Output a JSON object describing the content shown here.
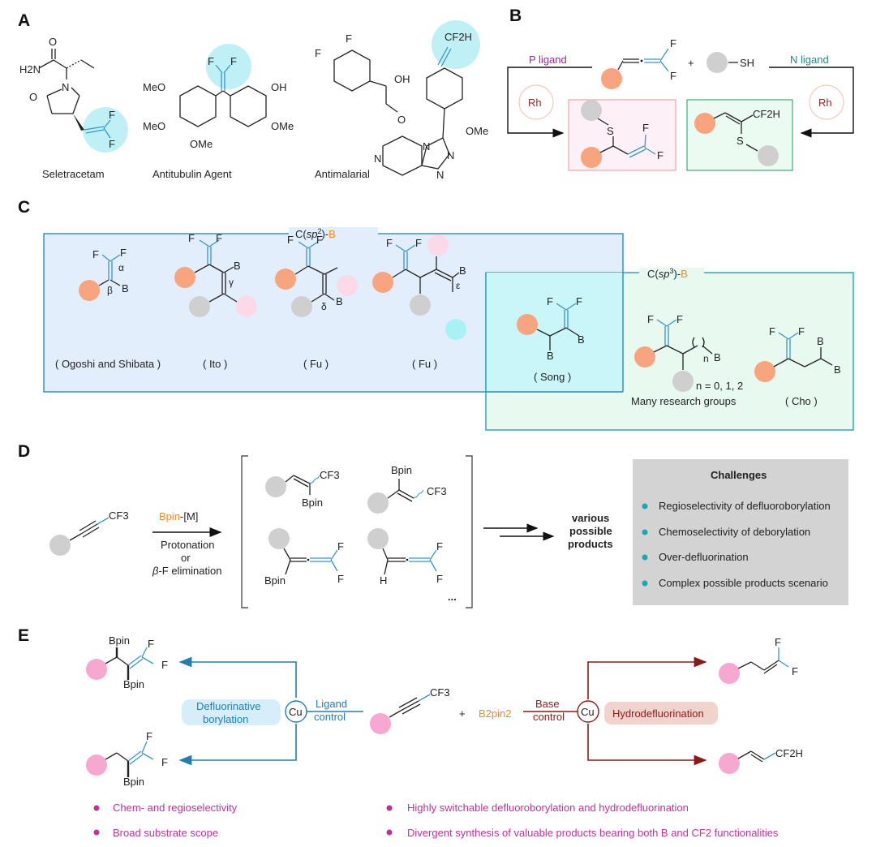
{
  "panels": {
    "A": {
      "label": "A",
      "compounds": [
        {
          "name": "Seletracetam",
          "groups": [
            "O",
            "H2N",
            "N",
            "O",
            "F",
            "F"
          ]
        },
        {
          "name": "Antitubulin Agent",
          "groups": [
            "F",
            "F",
            "MeO",
            "MeO",
            "OMe",
            "OH",
            "OMe"
          ]
        },
        {
          "name": "Antimalarial",
          "groups": [
            "F",
            "F",
            "OH",
            "O",
            "N",
            "N",
            "N",
            "N",
            "OMe",
            "CF2H"
          ]
        }
      ]
    },
    "B": {
      "label": "B",
      "left_condition": "P ligand",
      "right_condition": "N ligand",
      "catalyst": "Rh",
      "plus": "+",
      "reagent": "SH",
      "atoms": {
        "F": "F",
        "S": "S",
        "CF2H": "CF2H"
      }
    },
    "C": {
      "label": "C",
      "sp2_box_title_pre": "C(",
      "sp2_box_title_it": "sp",
      "sp2_box_title_sup": "2",
      "sp2_box_title_post": ")-",
      "sp2_box_title_B": "B",
      "sp3_box_title_pre": "C(",
      "sp3_box_title_it": "sp",
      "sp3_box_title_sup": "3",
      "sp3_box_title_post": ")-",
      "sp3_box_title_B": "B",
      "entries": [
        {
          "author": "( Ogoshi and Shibata )",
          "greek": [
            "α",
            "β"
          ]
        },
        {
          "author": "( Ito )",
          "greek": [
            "γ"
          ]
        },
        {
          "author": "( Fu )",
          "greek": [
            "δ"
          ]
        },
        {
          "author": "( Fu )",
          "greek": [
            "ε"
          ]
        },
        {
          "author": "( Song )",
          "greek": []
        },
        {
          "author": "Many research groups",
          "note": "n = 0, 1, 2",
          "n": "n"
        },
        {
          "author": "( Cho )",
          "greek": []
        }
      ],
      "atoms": {
        "F": "F",
        "B": "B"
      }
    },
    "D": {
      "label": "D",
      "substrate_group": "CF3",
      "reagent_pre": "Bpin",
      "reagent_post": "-[M]",
      "condition_1": "Protonation",
      "condition_2": "or",
      "condition_3_it": "β",
      "condition_3": "-F elimination",
      "intermediates": [
        "CF3",
        "Bpin",
        "Bpin",
        "CF3",
        "F",
        "F",
        "Bpin",
        "F",
        "F",
        "H"
      ],
      "ellipsis": "...",
      "outcome": [
        "various",
        "possible",
        "products"
      ],
      "challenges": {
        "title": "Challenges",
        "items": [
          "Regioselectivity of defluoroborylation",
          "Chemoselectivity of deborylation",
          "Over-defluorination",
          "Complex possible products scenario"
        ],
        "bullet_color": "#19a7b5",
        "bg_color": "#d3d3d3"
      }
    },
    "E": {
      "label": "E",
      "left_catalyst": "Cu",
      "right_catalyst": "Cu",
      "ligand_control": [
        "Ligand",
        "control"
      ],
      "base_control": [
        "Base",
        "control"
      ],
      "left_pill": [
        "Defluorinative",
        "borylation"
      ],
      "right_pill": "Hydrodefluorination",
      "plus": "+",
      "reagent": "B2pin2",
      "substrate_group": "CF3",
      "products": {
        "top_left": [
          "Bpin",
          "F",
          "F",
          "Bpin"
        ],
        "bottom_left": [
          "F",
          "F",
          "Bpin"
        ],
        "top_right": [
          "F",
          "F"
        ],
        "bottom_right": [
          "CF2H"
        ]
      },
      "highlights": [
        "Chem- and regioselectivity",
        "Broad substrate scope",
        "Highly switchable defluoroborylation and hydrodefluorination",
        "Divergent synthesis of valuable products bearing both B and CF2 functionalities"
      ],
      "highlight_color": "#c0329a",
      "blue_color": "#1f7fb3",
      "red_color": "#8b1a1a"
    }
  },
  "colors": {
    "orange_ball": "#f8a47e",
    "gray_ball": "#cfcfcf",
    "pink_ball": "#f7a8d0",
    "light_pink_ball": "#fbd9e6",
    "cyan_ball": "#a8f2f5",
    "fluorine_blue": "#3a95c4",
    "boron_orange": "#f08a24",
    "highlight_cyan": "#bff0f5",
    "sp2_box_bg": "#e3eefc",
    "sp3_box_bg": "#e8faf0",
    "B_pink_box": "#fdf0f6",
    "B_green_box": "#ecfbf1"
  }
}
